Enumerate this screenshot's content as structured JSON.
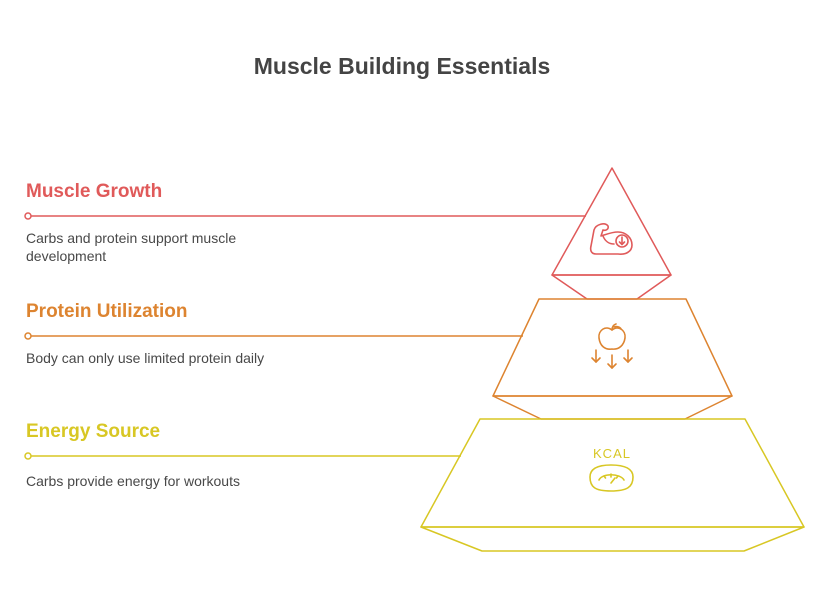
{
  "title": "Muscle Building Essentials",
  "colors": {
    "muscle": "#E05A5A",
    "protein": "#DD8430",
    "energy": "#D8C724",
    "text": "#484848",
    "title": "#444444"
  },
  "levels": [
    {
      "heading": "Muscle Growth",
      "description": "Carbs and protein support muscle development",
      "icon": "flexed-arm-icon"
    },
    {
      "heading": "Protein Utilization",
      "description": "Body can only use limited protein daily",
      "icon": "apple-down-arrows-icon"
    },
    {
      "heading": "Energy Source",
      "description": "Carbs provide energy for workouts",
      "icon": "kcal-scale-icon",
      "icon_label": "KCAL"
    }
  ]
}
